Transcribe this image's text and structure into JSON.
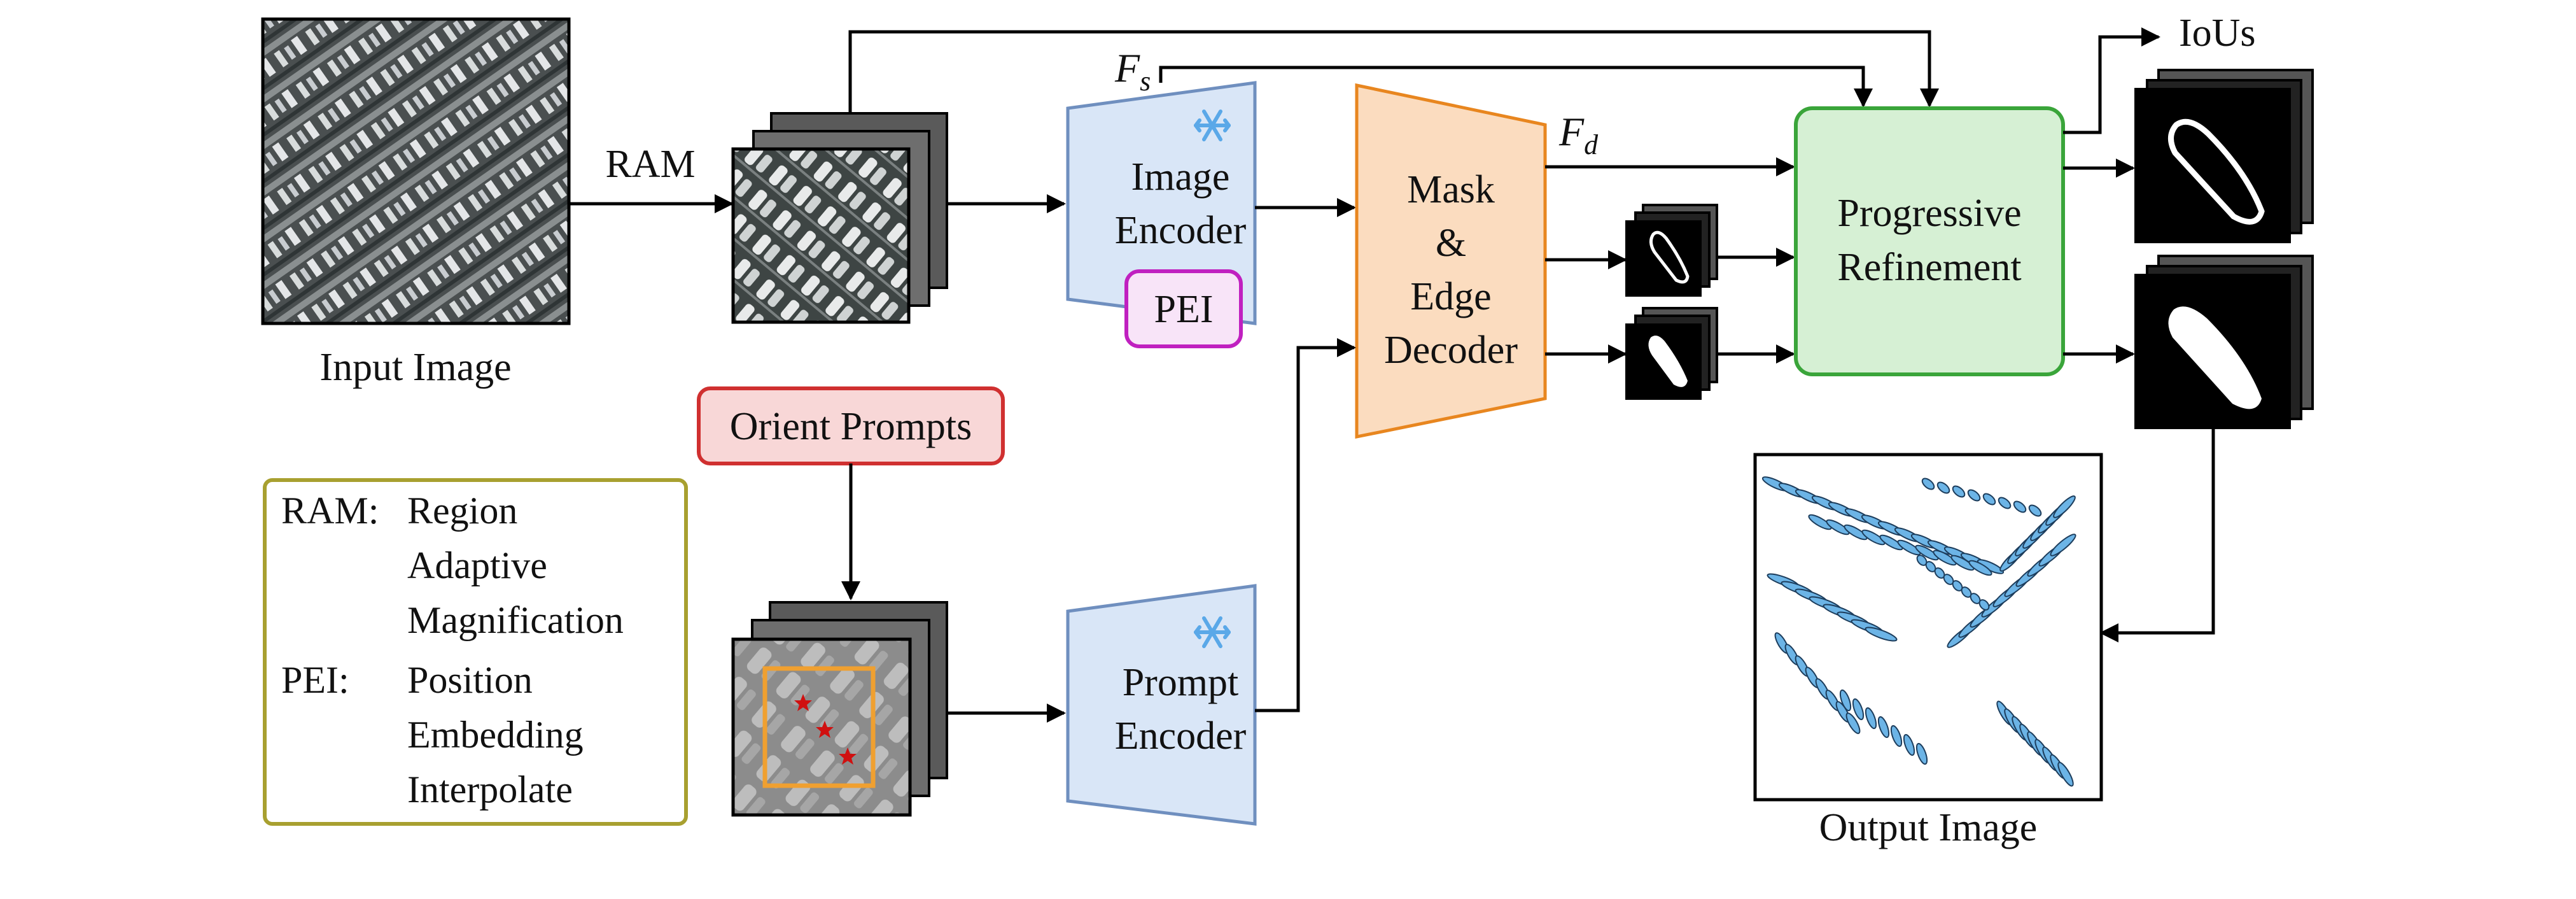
{
  "input": {
    "caption": "Input Image"
  },
  "ram_arrow_label": "RAM",
  "image_encoder": {
    "line1": "Image",
    "line2": "Encoder",
    "frozen_icon": "snowflake-icon"
  },
  "pei_badge": "PEI",
  "prompt_encoder": {
    "line1": "Prompt",
    "line2": "Encoder",
    "frozen_icon": "snowflake-icon"
  },
  "decoder": {
    "line1": "Mask",
    "line2": "&",
    "line3": "Edge",
    "line4": "Decoder"
  },
  "refinement": {
    "line1": "Progressive",
    "line2": "Refinement"
  },
  "features": {
    "fs_main": "F",
    "fs_sub": "s",
    "fd_main": "F",
    "fd_sub": "d"
  },
  "ious_label": "IoUs",
  "orient_prompts": "Orient Prompts",
  "output": {
    "caption": "Output Image"
  },
  "legend": {
    "ram_key": "RAM:",
    "ram_lines": [
      "Region",
      "Adaptive",
      "Magnification"
    ],
    "pei_key": "PEI:",
    "pei_lines": [
      "Position",
      "Embedding",
      "Interpolate"
    ]
  },
  "colors": {
    "encoder_fill": "#d9e6f7",
    "encoder_stroke": "#6f8fbf",
    "decoder_fill": "#fbdcbf",
    "decoder_stroke": "#e8861f",
    "refine_fill": "#d6f0d4",
    "refine_stroke": "#3aa53a",
    "pei_fill": "#f8e4f8",
    "pei_stroke": "#c020c0",
    "orient_fill": "#f8d7d7",
    "orient_stroke": "#d03030",
    "legend_stroke": "#a8a030",
    "mask_blue": "#6cb4e6",
    "snowflake": "#5aa8e8",
    "star_red": "#d01010",
    "box_orange": "#f0a030"
  }
}
